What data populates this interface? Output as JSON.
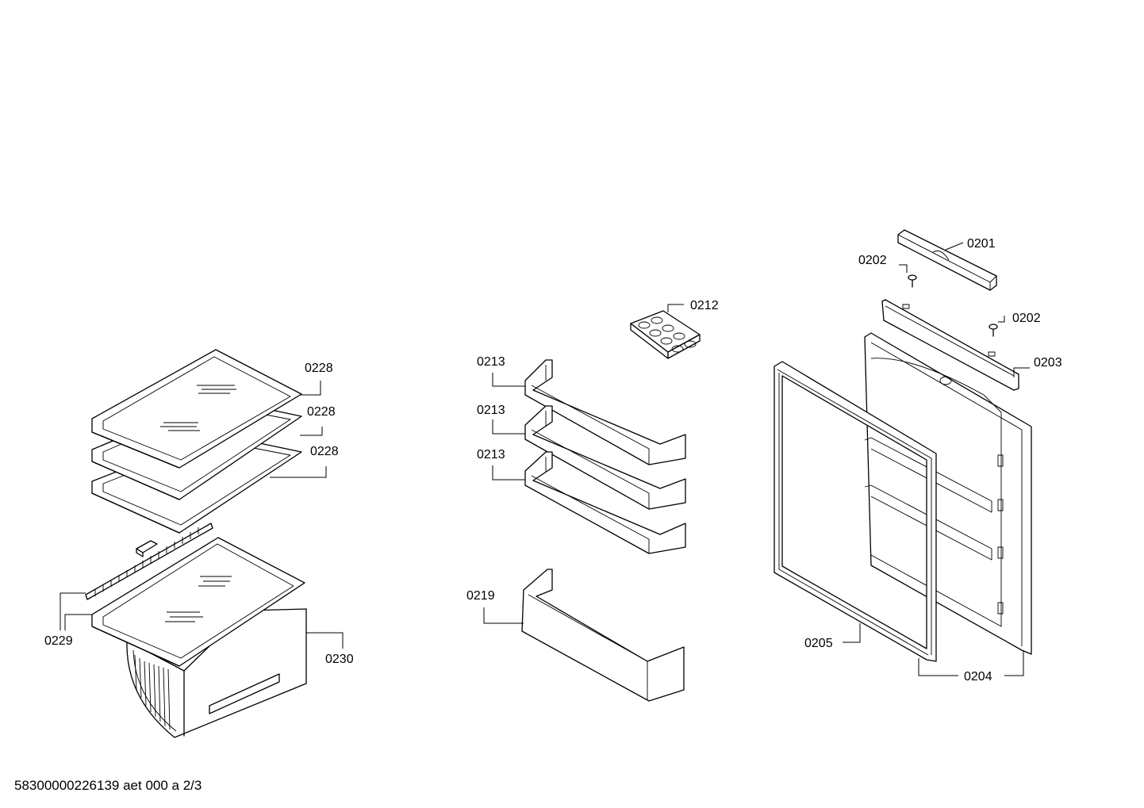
{
  "labels": {
    "p0201": "0201",
    "p0202a": "0202",
    "p0202b": "0202",
    "p0203": "0203",
    "p0204": "0204",
    "p0205": "0205",
    "p0212": "0212",
    "p0213a": "0213",
    "p0213b": "0213",
    "p0213c": "0213",
    "p0219": "0219",
    "p0228a": "0228",
    "p0228b": "0228",
    "p0228c": "0228",
    "p0229": "0229",
    "p0230": "0230"
  },
  "footer": {
    "text": "58300000226139 aet 000 a 2/3"
  }
}
